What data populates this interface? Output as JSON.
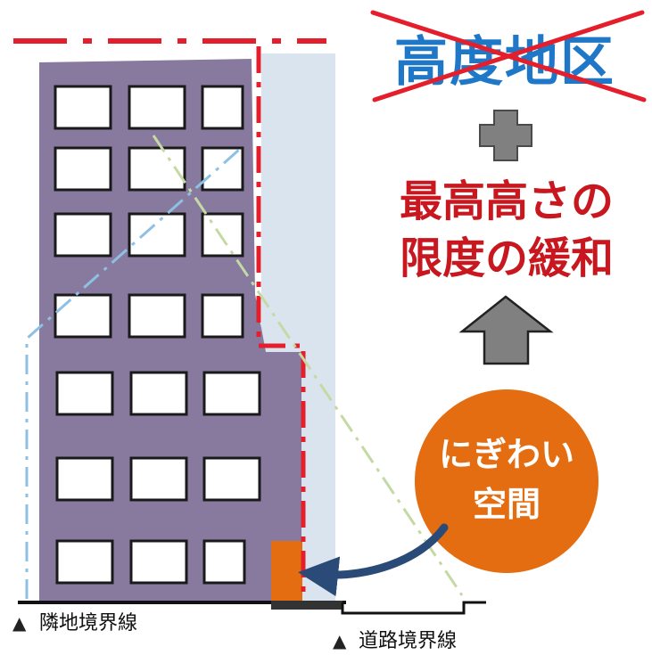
{
  "top_panel": {
    "crossed_label": "高度地区",
    "relief_line1": "最高高さの",
    "relief_line2": "限度の緩和"
  },
  "bubble": {
    "line1": "にぎわい",
    "line2": "空間"
  },
  "ground_labels": {
    "neighbor_boundary": "隣地境界線",
    "road_boundary": "道路境界線",
    "marker": "▲"
  },
  "colors": {
    "building": "#877a9e",
    "envelope": "#dae4ef",
    "boundary_red": "#e41e2b",
    "crossed_blue": "#1f77c8",
    "relief_red": "#c8171f",
    "bubble_orange": "#e36d10",
    "ground": "#111111"
  },
  "icons": {
    "plus": "plus-icon",
    "arrow": "up-arrow-icon"
  }
}
